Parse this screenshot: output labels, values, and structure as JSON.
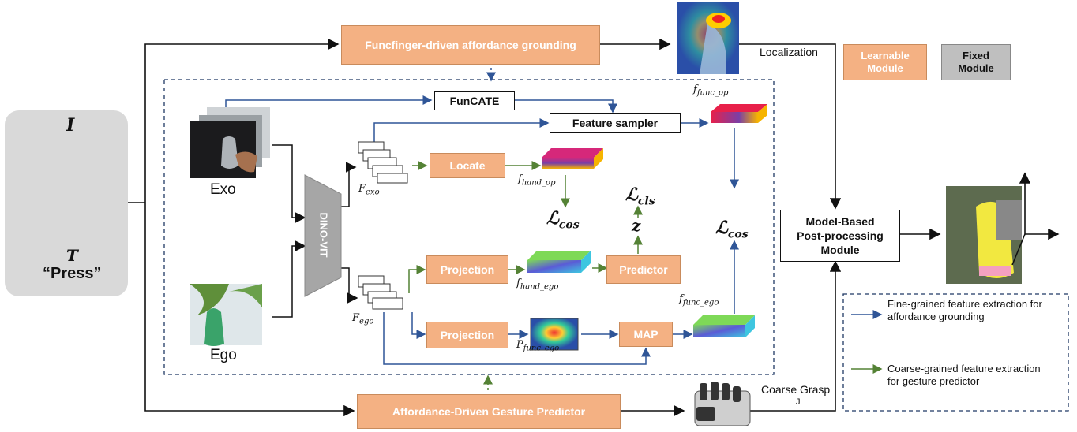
{
  "input_panel": {
    "image_symbol": "I",
    "text_symbol": "T",
    "prompt": "“Press”"
  },
  "modules": {
    "funcfinger": "Funcfinger-driven affordance grounding",
    "gesture_predictor": "Affordance-Driven Gesture Predictor",
    "post_processing": "Model-Based Post-processing Module",
    "funcate": "FunCATE",
    "feature_sampler": "Feature sampler",
    "locate": "Locate",
    "projection_1": "Projection",
    "projection_2": "Projection",
    "predictor": "Predictor",
    "map": "MAP",
    "backbone": "DINO-VIT"
  },
  "images": {
    "exo": "Exo",
    "ego": "Ego"
  },
  "features": {
    "f_exo": "F",
    "f_exo_sub": "exo",
    "f_ego": "F",
    "f_ego_sub": "ego",
    "f_hand_op": "f",
    "f_hand_op_sub": "hand_op",
    "f_func_op": "f",
    "f_func_op_sub": "func_op",
    "f_hand_ego": "f",
    "f_hand_ego_sub": "hand_ego",
    "f_func_ego": "f",
    "f_func_ego_sub": "func_ego",
    "p_func_ego": "P",
    "p_func_ego_sub": "func_ego",
    "z": "z"
  },
  "losses": {
    "cos_1": "ℒ",
    "cos_1_sub": "cos",
    "cos_2": "ℒ",
    "cos_2_sub": "cos",
    "cls": "ℒ",
    "cls_sub": "cls"
  },
  "labels": {
    "localization": "Localization",
    "coarse_grasp": "Coarse Grasp",
    "coarse_grasp_sub": "J"
  },
  "legend": {
    "learnable": "Learnable Module",
    "fixed": "Fixed Module",
    "fine_grained": "Fine-grained feature extraction for affordance grounding",
    "coarse_grained": "Coarse-grained feature extraction for gesture predictor"
  },
  "colors": {
    "learnable": "#f4b183",
    "fixed": "#bfbfbf",
    "blue_arrow": "#2f5597",
    "green_arrow": "#548235",
    "dashed_border": "#1f3864",
    "input_panel": "#d9d9d9"
  }
}
